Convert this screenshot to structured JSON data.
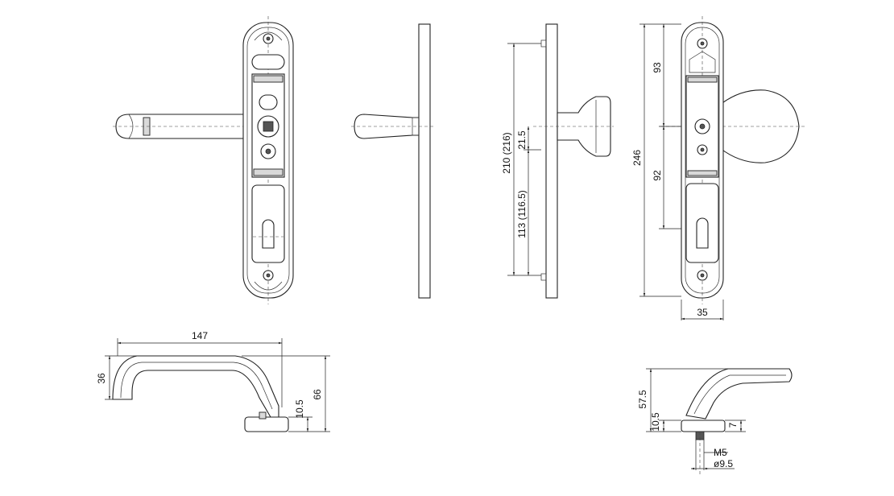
{
  "dimensions": {
    "plate_view_2": {
      "total_height": "210 (216)",
      "hole_spacing": "21.5",
      "lower_distance": "113 (116.5)"
    },
    "plate_view_3": {
      "total_height": "246",
      "upper_distance": "93",
      "lower_distance": "92",
      "width": "35"
    },
    "lever_top": {
      "length": "147",
      "height": "36",
      "rose_height": "10.5",
      "total_height": "66"
    },
    "lever_side": {
      "total_height": "57.5",
      "rose_height": "10.5",
      "rose_offset": "7",
      "thread": "M5",
      "diameter": "ø9.5"
    }
  }
}
